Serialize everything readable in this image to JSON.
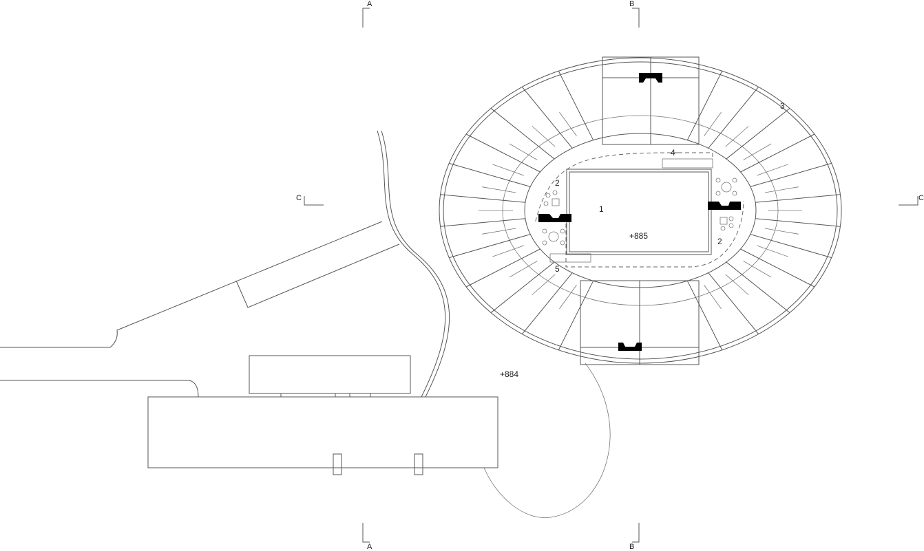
{
  "plan": {
    "section_markers": {
      "a_top": "A",
      "a_bottom": "A",
      "b_top": "B",
      "b_bottom": "B",
      "c_left": "C",
      "c_right": "C"
    },
    "room_labels": {
      "pool": "1",
      "lounge_west": "2",
      "lounge_east": "2",
      "room": "3",
      "bench_north": "4",
      "bench_south": "5"
    },
    "elevations": {
      "courtyard": "+885",
      "ground": "+884"
    }
  },
  "colors": {
    "line": "#555555",
    "solid": "#000000",
    "background": "#ffffff"
  }
}
